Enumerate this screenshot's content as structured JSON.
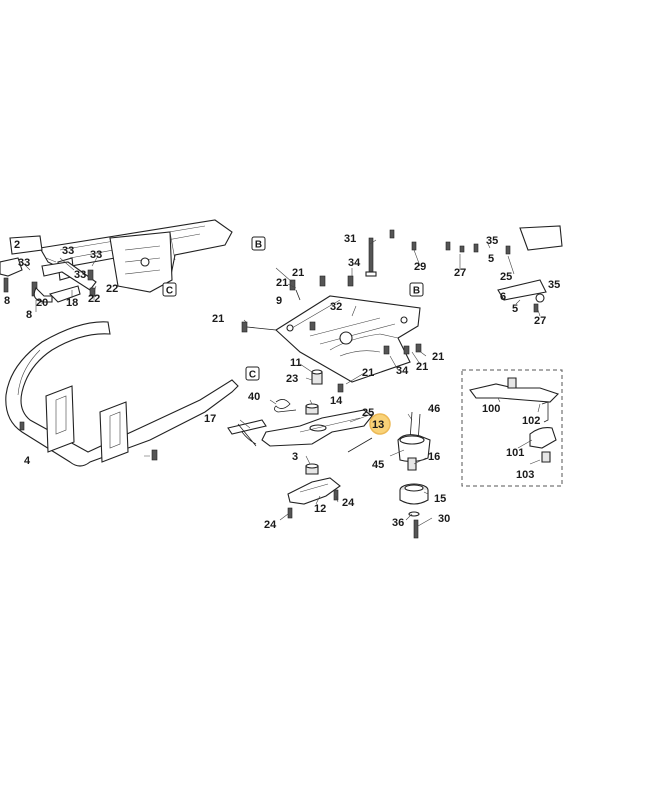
{
  "callouts": {
    "l2": "2",
    "l33a": "33",
    "l33b": "33",
    "l33c": "33",
    "l33d": "33",
    "l8a": "8",
    "l8b": "8",
    "l20": "20",
    "l18": "18",
    "l22a": "22",
    "l22b": "22",
    "l4": "4",
    "l17": "17",
    "l40": "40",
    "l21a": "21",
    "l21b": "21",
    "l21c": "21",
    "l21d": "21",
    "l21e": "21",
    "l21f": "21",
    "l9": "9",
    "l32": "32",
    "l11": "11",
    "l23": "23",
    "l14": "14",
    "l31": "31",
    "l34a": "34",
    "l34b": "34",
    "l29": "29",
    "l35a": "35",
    "l35b": "35",
    "l25a": "25",
    "l25b": "25",
    "l5a": "5",
    "l5b": "5",
    "l27a": "27",
    "l27b": "27",
    "l6": "6",
    "l13": "13",
    "l46": "46",
    "l45": "45",
    "l16": "16",
    "l15": "15",
    "l3": "3",
    "l12": "12",
    "l24a": "24",
    "l24b": "24",
    "l36": "36",
    "l30": "30",
    "l100": "100",
    "l102": "102",
    "l101": "101",
    "l103": "103"
  },
  "refs": {
    "b1": "B",
    "b2": "B",
    "c1": "C",
    "c2": "C"
  },
  "highlight": {
    "label": "13",
    "color": "#f7c44a"
  }
}
